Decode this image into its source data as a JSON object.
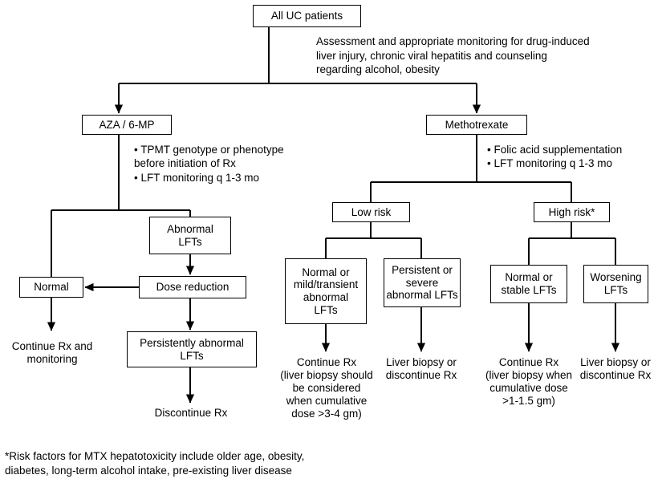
{
  "figure": {
    "type": "flowchart",
    "title_box": "All UC patients",
    "footnote": "*Risk factors for MTX hepatotoxicity include older age, obesity,\n diabetes, long-term alcohol intake, pre-existing liver disease",
    "line_color": "#000000",
    "background": "#ffffff"
  },
  "nodes": {
    "root": "All UC patients",
    "root_note": "Assessment and appropriate monitoring for drug-induced\nliver injury, chronic viral hepatitis and counseling\nregarding alcohol, obesity",
    "aza": "AZA / 6-MP",
    "aza_bullets": "• TPMT genotype or phenotype\n   before initiation of Rx\n• LFT monitoring q 1-3 mo",
    "mtx": "Methotrexate",
    "mtx_bullets": "• Folic acid supplementation\n• LFT monitoring q 1-3 mo",
    "normal": "Normal",
    "abnormal_lfts": "Abnormal\nLFTs",
    "dose_reduction": "Dose reduction",
    "persistently_abnormal": "Persistently abnormal\nLFTs",
    "continue_rx_monitoring": "Continue Rx and\nmonitoring",
    "discontinue_rx": "Discontinue Rx",
    "low_risk": "Low risk",
    "high_risk": "High risk*",
    "low_normal": "Normal or\nmild/transient\nabnormal\nLFTs",
    "low_persistent": "Persistent or\nsevere\nabnormal LFTs",
    "high_normal": "Normal or\nstable LFTs",
    "high_worsening": "Worsening\nLFTs",
    "low_normal_outcome": "Continue Rx\n(liver biopsy should\nbe considered\nwhen cumulative\ndose >3-4 gm)",
    "low_persistent_outcome": "Liver biopsy or\ndiscontinue Rx",
    "high_normal_outcome": "Continue Rx\n(liver biopsy when\ncumulative dose\n>1-1.5 gm)",
    "high_worsening_outcome": "Liver biopsy or\ndiscontinue Rx"
  }
}
